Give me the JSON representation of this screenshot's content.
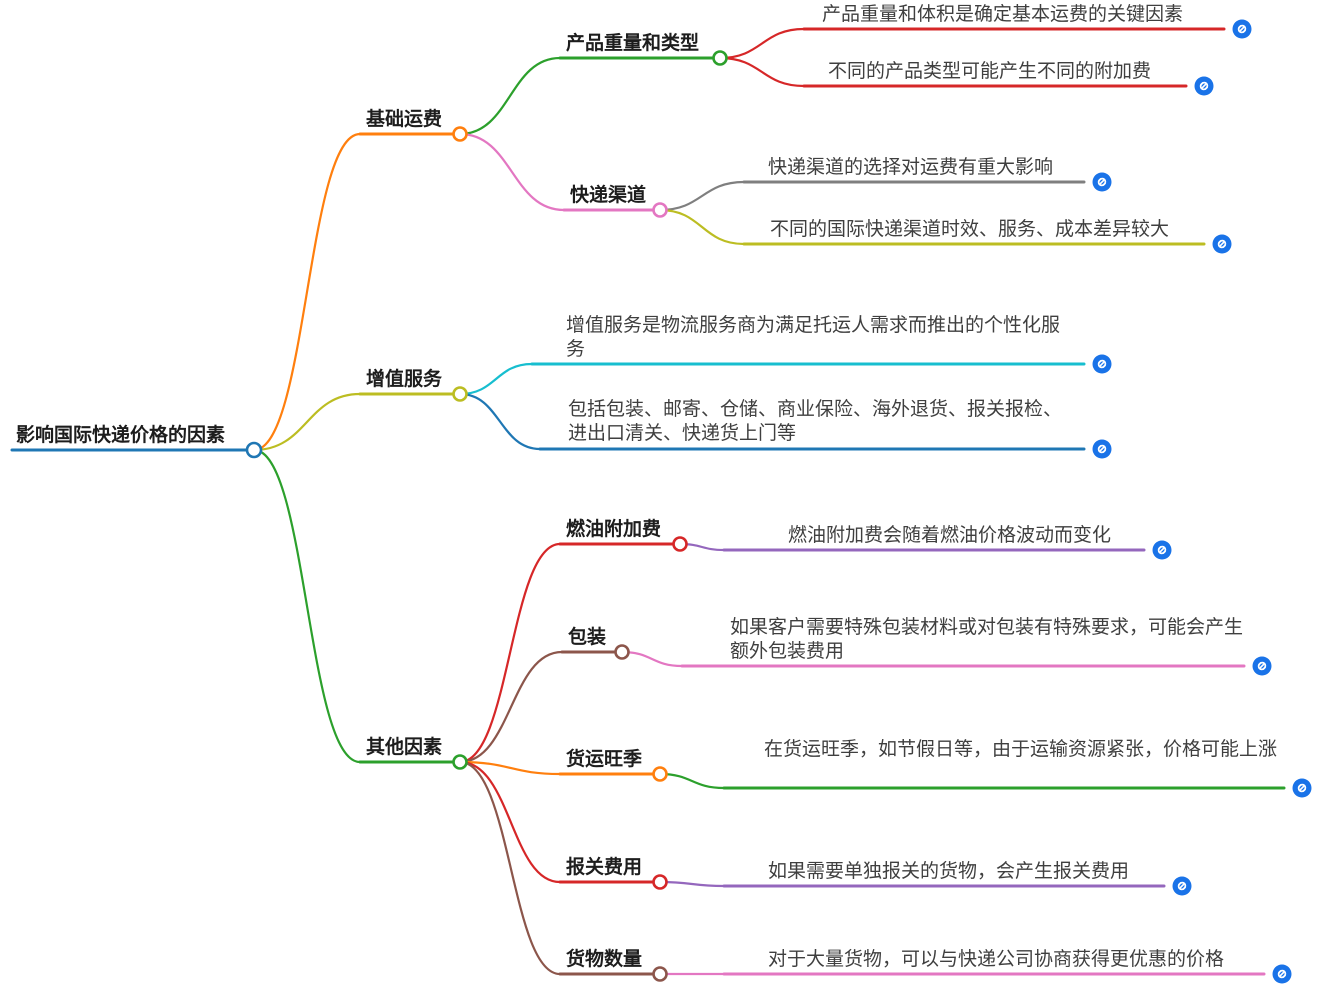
{
  "colors": {
    "blue": "#1f77b4",
    "orange": "#ff7f0e",
    "green": "#2ca02c",
    "red": "#d62728",
    "purple": "#9467bd",
    "brown": "#8c564b",
    "pink": "#e377c2",
    "gray": "#7f7f7f",
    "olive": "#bcbd22",
    "cyan": "#17becf",
    "link_icon": "#1a73e8",
    "background": "#ffffff"
  },
  "icons": {
    "leaf_action": "link-icon"
  },
  "tree": {
    "label": "影响国际快递价格的因素",
    "children": [
      {
        "label": "基础运费",
        "children": [
          {
            "label": "产品重量和类型",
            "children": [
              {
                "label": "产品重量和体积是确定基本运费的关键因素"
              },
              {
                "label": "不同的产品类型可能产生不同的附加费"
              }
            ]
          },
          {
            "label": "快递渠道",
            "children": [
              {
                "label": "快递渠道的选择对运费有重大影响"
              },
              {
                "label": "不同的国际快递渠道时效、服务、成本差异较大"
              }
            ]
          }
        ]
      },
      {
        "label": "增值服务",
        "children": [
          {
            "label": "增值服务是物流服务商为满足托运人需求而推出的个性化服务"
          },
          {
            "label": "包括包装、邮寄、仓储、商业保险、海外退货、报关报检、进出口清关、快递货上门等"
          }
        ]
      },
      {
        "label": "其他因素",
        "children": [
          {
            "label": "燃油附加费",
            "children": [
              {
                "label": "燃油附加费会随着燃油价格波动而变化"
              }
            ]
          },
          {
            "label": "包装",
            "children": [
              {
                "label": "如果客户需要特殊包装材料或对包装有特殊要求，可能会产生额外包装费用"
              }
            ]
          },
          {
            "label": "货运旺季",
            "children": [
              {
                "label": "在货运旺季，如节假日等，由于运输资源紧张，价格可能上涨"
              }
            ]
          },
          {
            "label": "报关费用",
            "children": [
              {
                "label": "如果需要单独报关的货物，会产生报关费用"
              }
            ]
          },
          {
            "label": "货物数量",
            "children": [
              {
                "label": "对于大量货物，可以与快递公司协商获得更优惠的价格"
              }
            ]
          }
        ]
      }
    ]
  }
}
